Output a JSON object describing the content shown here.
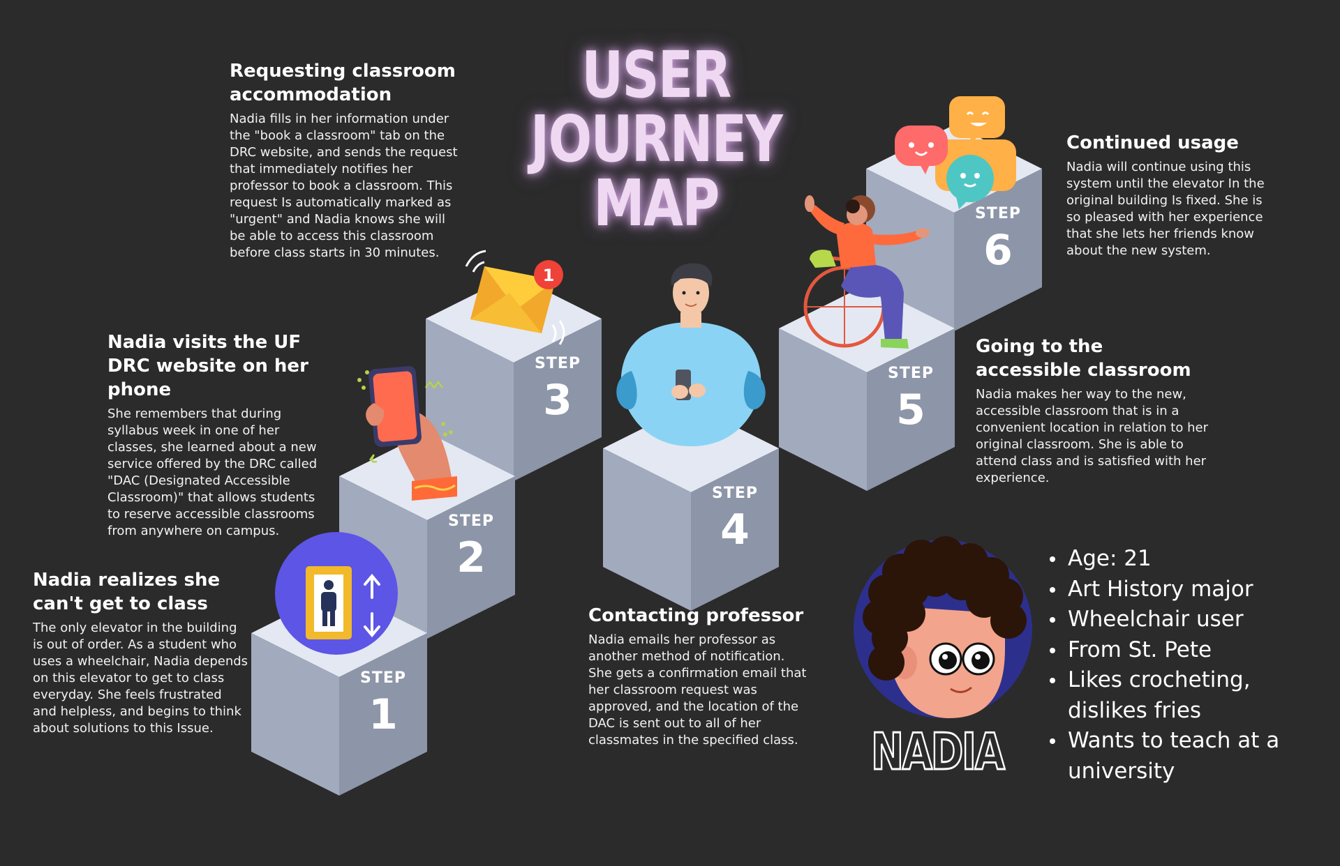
{
  "title": {
    "line1": "USER",
    "line2": "JOURNEY",
    "line3": "MAP"
  },
  "step_word": "STEP",
  "steps": [
    {
      "number": "1",
      "heading": "Nadia realizes she can't get to class",
      "body": "The only elevator in the building is out of order. As a student who uses a wheelchair, Nadia depends on this elevator to get to class everyday. She feels frustrated and helpless, and begins to think about solutions to this Issue."
    },
    {
      "number": "2",
      "heading": "Nadia visits the UF DRC website on her phone",
      "body": "She remembers that during syllabus week in one of her classes, she learned about a new service offered by the DRC called \"DAC (Designated Accessible Classroom)\" that allows students to reserve accessible classrooms from anywhere on campus."
    },
    {
      "number": "3",
      "heading": "Requesting classroom accommodation",
      "body": "Nadia fills in her information under the \"book a classroom\" tab on the DRC website, and sends the request that immediately notifies her professor to book a classroom. This request Is automatically marked as \"urgent\" and Nadia knows she will be able to access this classroom before class starts in 30 minutes."
    },
    {
      "number": "4",
      "heading": "Contacting professor",
      "body": "Nadia emails her professor as another method of notification. She gets a confirmation email that her classroom request was approved, and the location of the DAC is sent out to all of her classmates in the specified class."
    },
    {
      "number": "5",
      "heading": "Going to the accessible classroom",
      "body": "Nadia makes her way to the new, accessible classroom that is in a convenient location in relation to her original classroom. She is able to attend class and is satisfied with her experience."
    },
    {
      "number": "6",
      "heading": "Continued usage",
      "body": "Nadia will continue using this system until the elevator In the original building Is fixed. She is so pleased with her experience that she lets her friends know about the new system."
    }
  ],
  "notification_badge": "1",
  "persona": {
    "name": "NADIA",
    "facts": [
      "Age: 21",
      "Art History major",
      "Wheelchair user",
      "From St. Pete",
      "Likes crocheting, dislikes fries",
      "Wants to teach at a university"
    ]
  },
  "colors": {
    "background": "#2b2b2b",
    "cube_top": "#e3e8f2",
    "cube_left": "#a2aabd",
    "cube_right": "#8d95a8",
    "title_glow": "#efd9f2",
    "elevator_circle": "#5c55e6",
    "persona_circle": "#2f38a8"
  },
  "icons": [
    "elevator-icon",
    "hand-phone-icon",
    "mail-notification-icon",
    "person-with-phone-icon",
    "wheelchair-user-icon",
    "chat-bubbles-icon",
    "persona-avatar-icon"
  ]
}
